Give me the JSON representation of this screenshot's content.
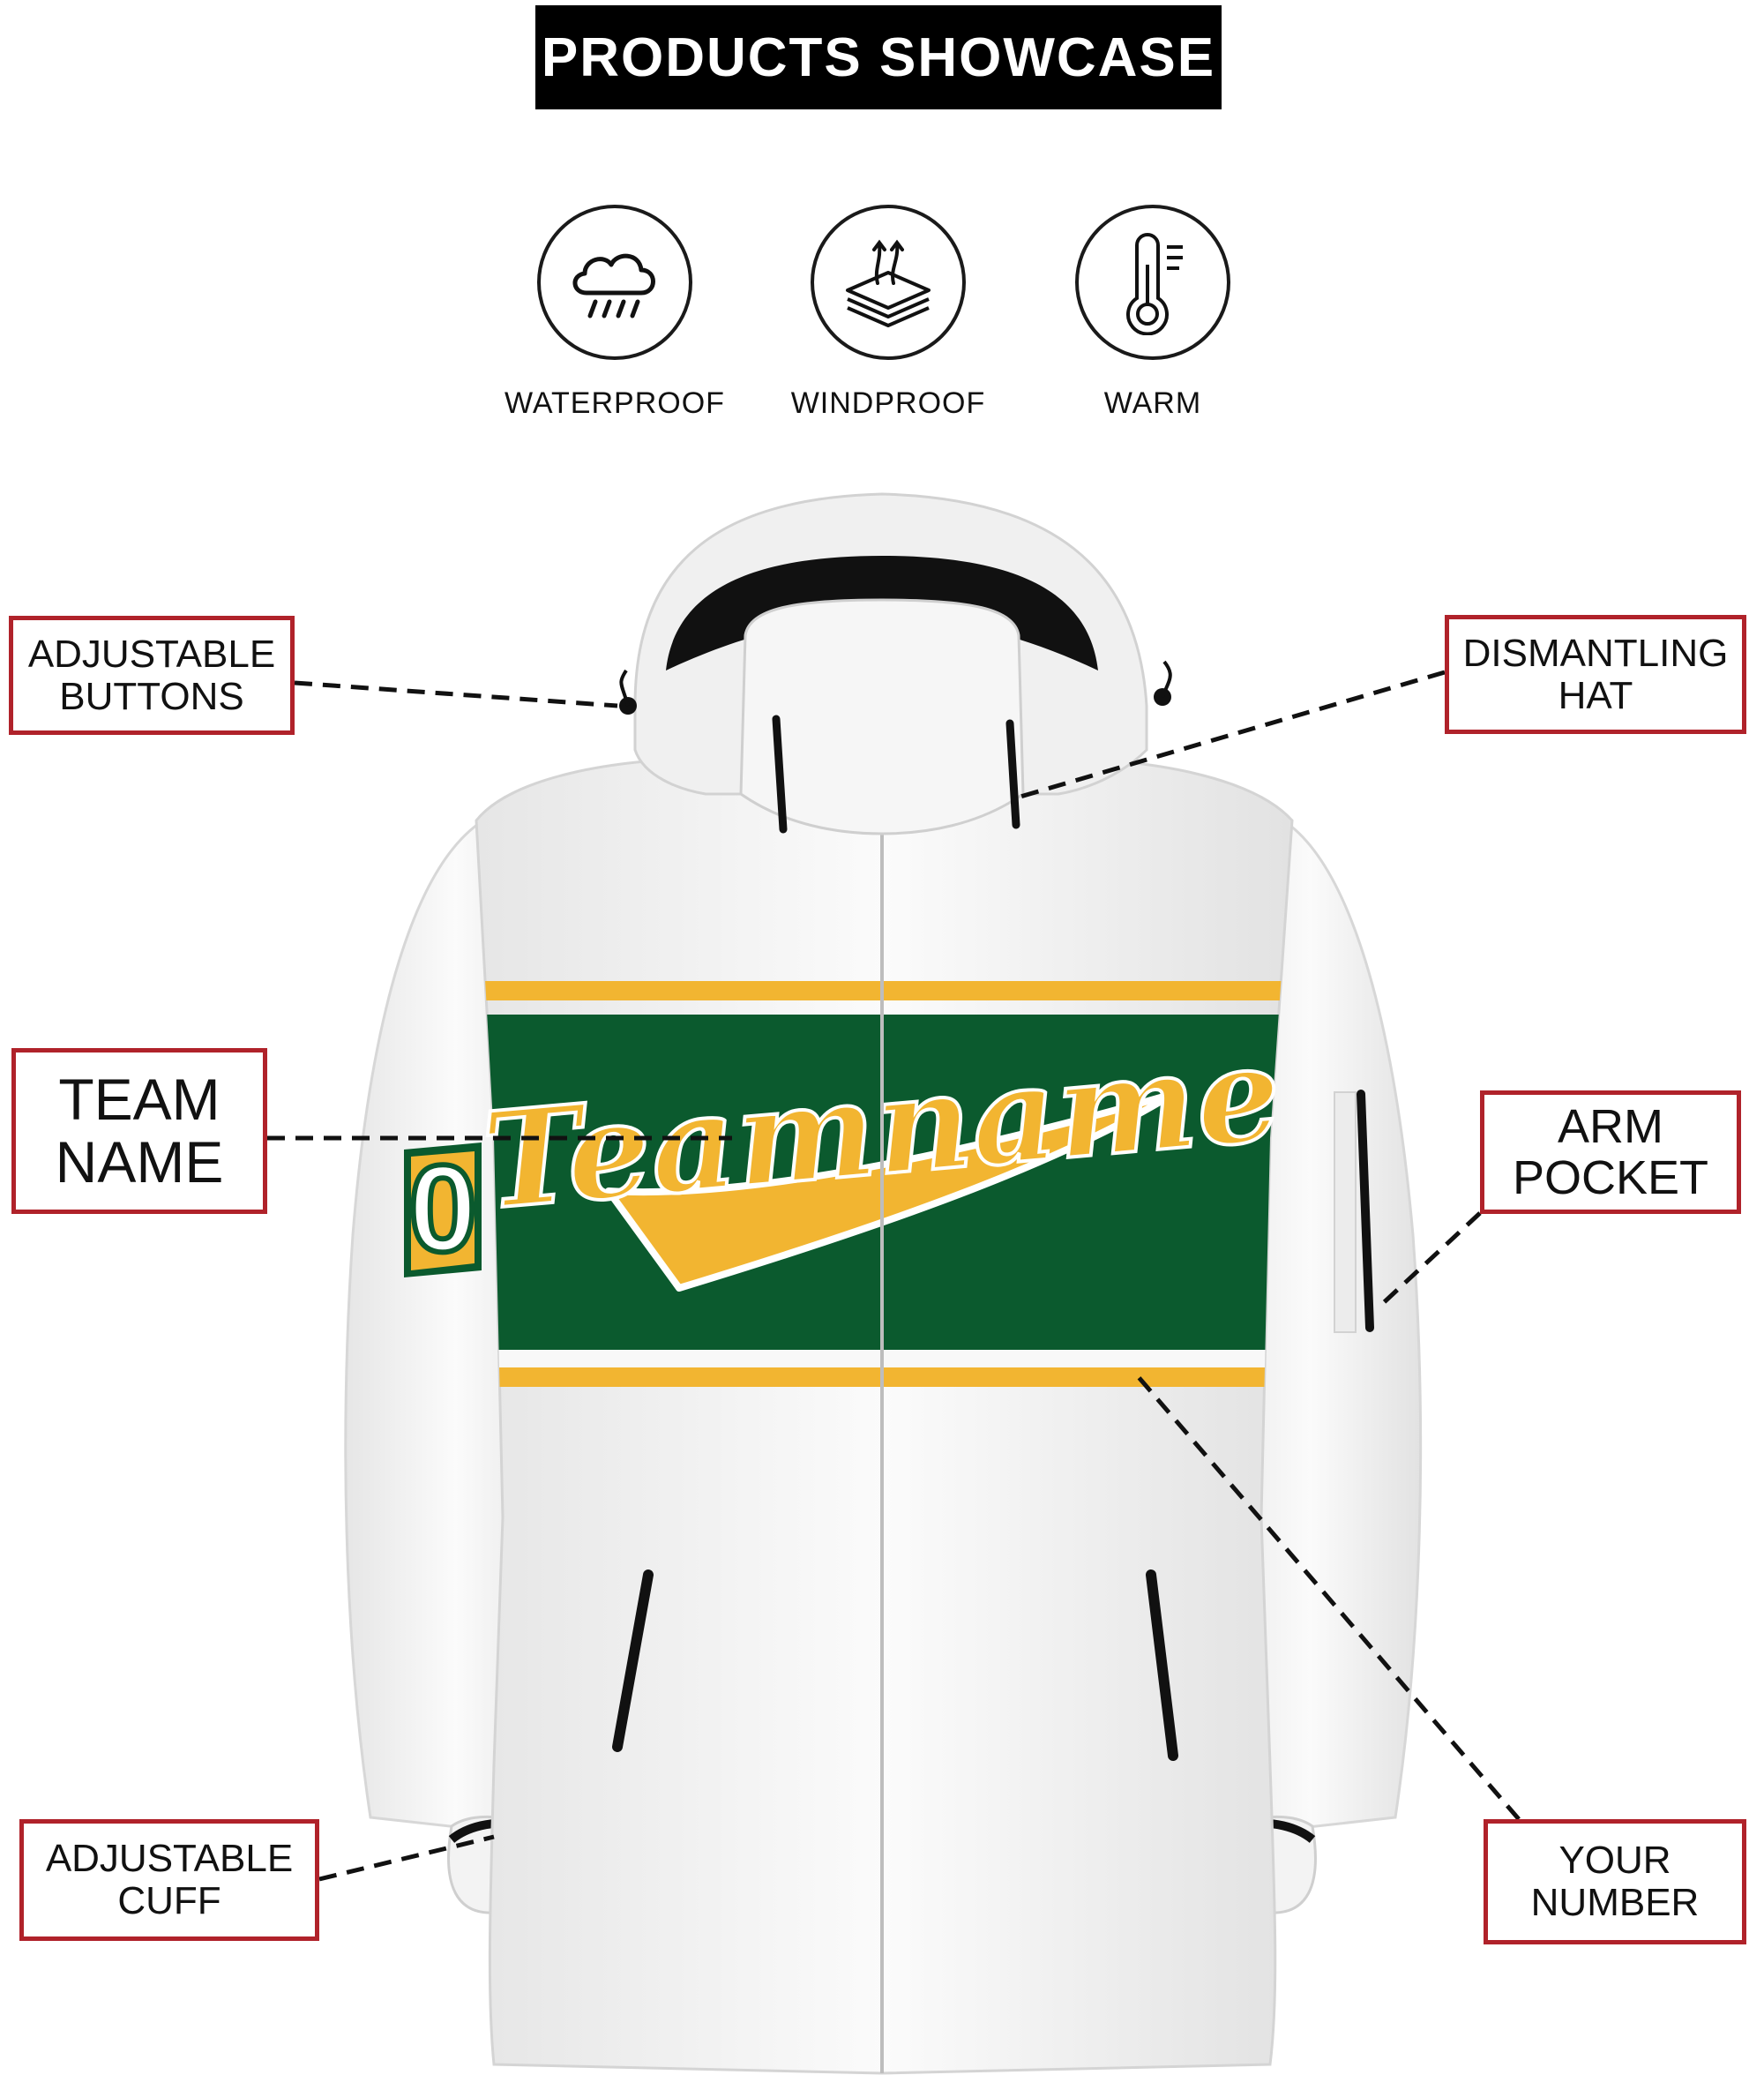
{
  "header": {
    "title": "PRODUCTS SHOWCASE"
  },
  "features": [
    {
      "icon": "rain-cloud-icon",
      "label": "WATERPROOF"
    },
    {
      "icon": "wind-layers-icon",
      "label": "WINDPROOF"
    },
    {
      "icon": "thermometer-icon",
      "label": "WARM"
    }
  ],
  "jacket": {
    "team_text": "Teamname",
    "sleeve_number": "0",
    "colors": {
      "body": "#f4f4f4",
      "panel": "#0b5a2e",
      "stripe": "#f2b531",
      "trim": "#111111",
      "callout_border": "#b0222a"
    }
  },
  "callouts": {
    "adjustable_buttons": {
      "line1": "ADJUSTABLE",
      "line2": "BUTTONS"
    },
    "dismantling_hat": {
      "line1": "DISMANTLING",
      "line2": "HAT"
    },
    "team_name": {
      "line1": "TEAM",
      "line2": "NAME"
    },
    "arm_pocket": {
      "line1": "ARM",
      "line2": "POCKET"
    },
    "adjustable_cuff": {
      "line1": "ADJUSTABLE",
      "line2": "CUFF"
    },
    "your_number": {
      "line1": "YOUR",
      "line2": "NUMBER"
    }
  }
}
